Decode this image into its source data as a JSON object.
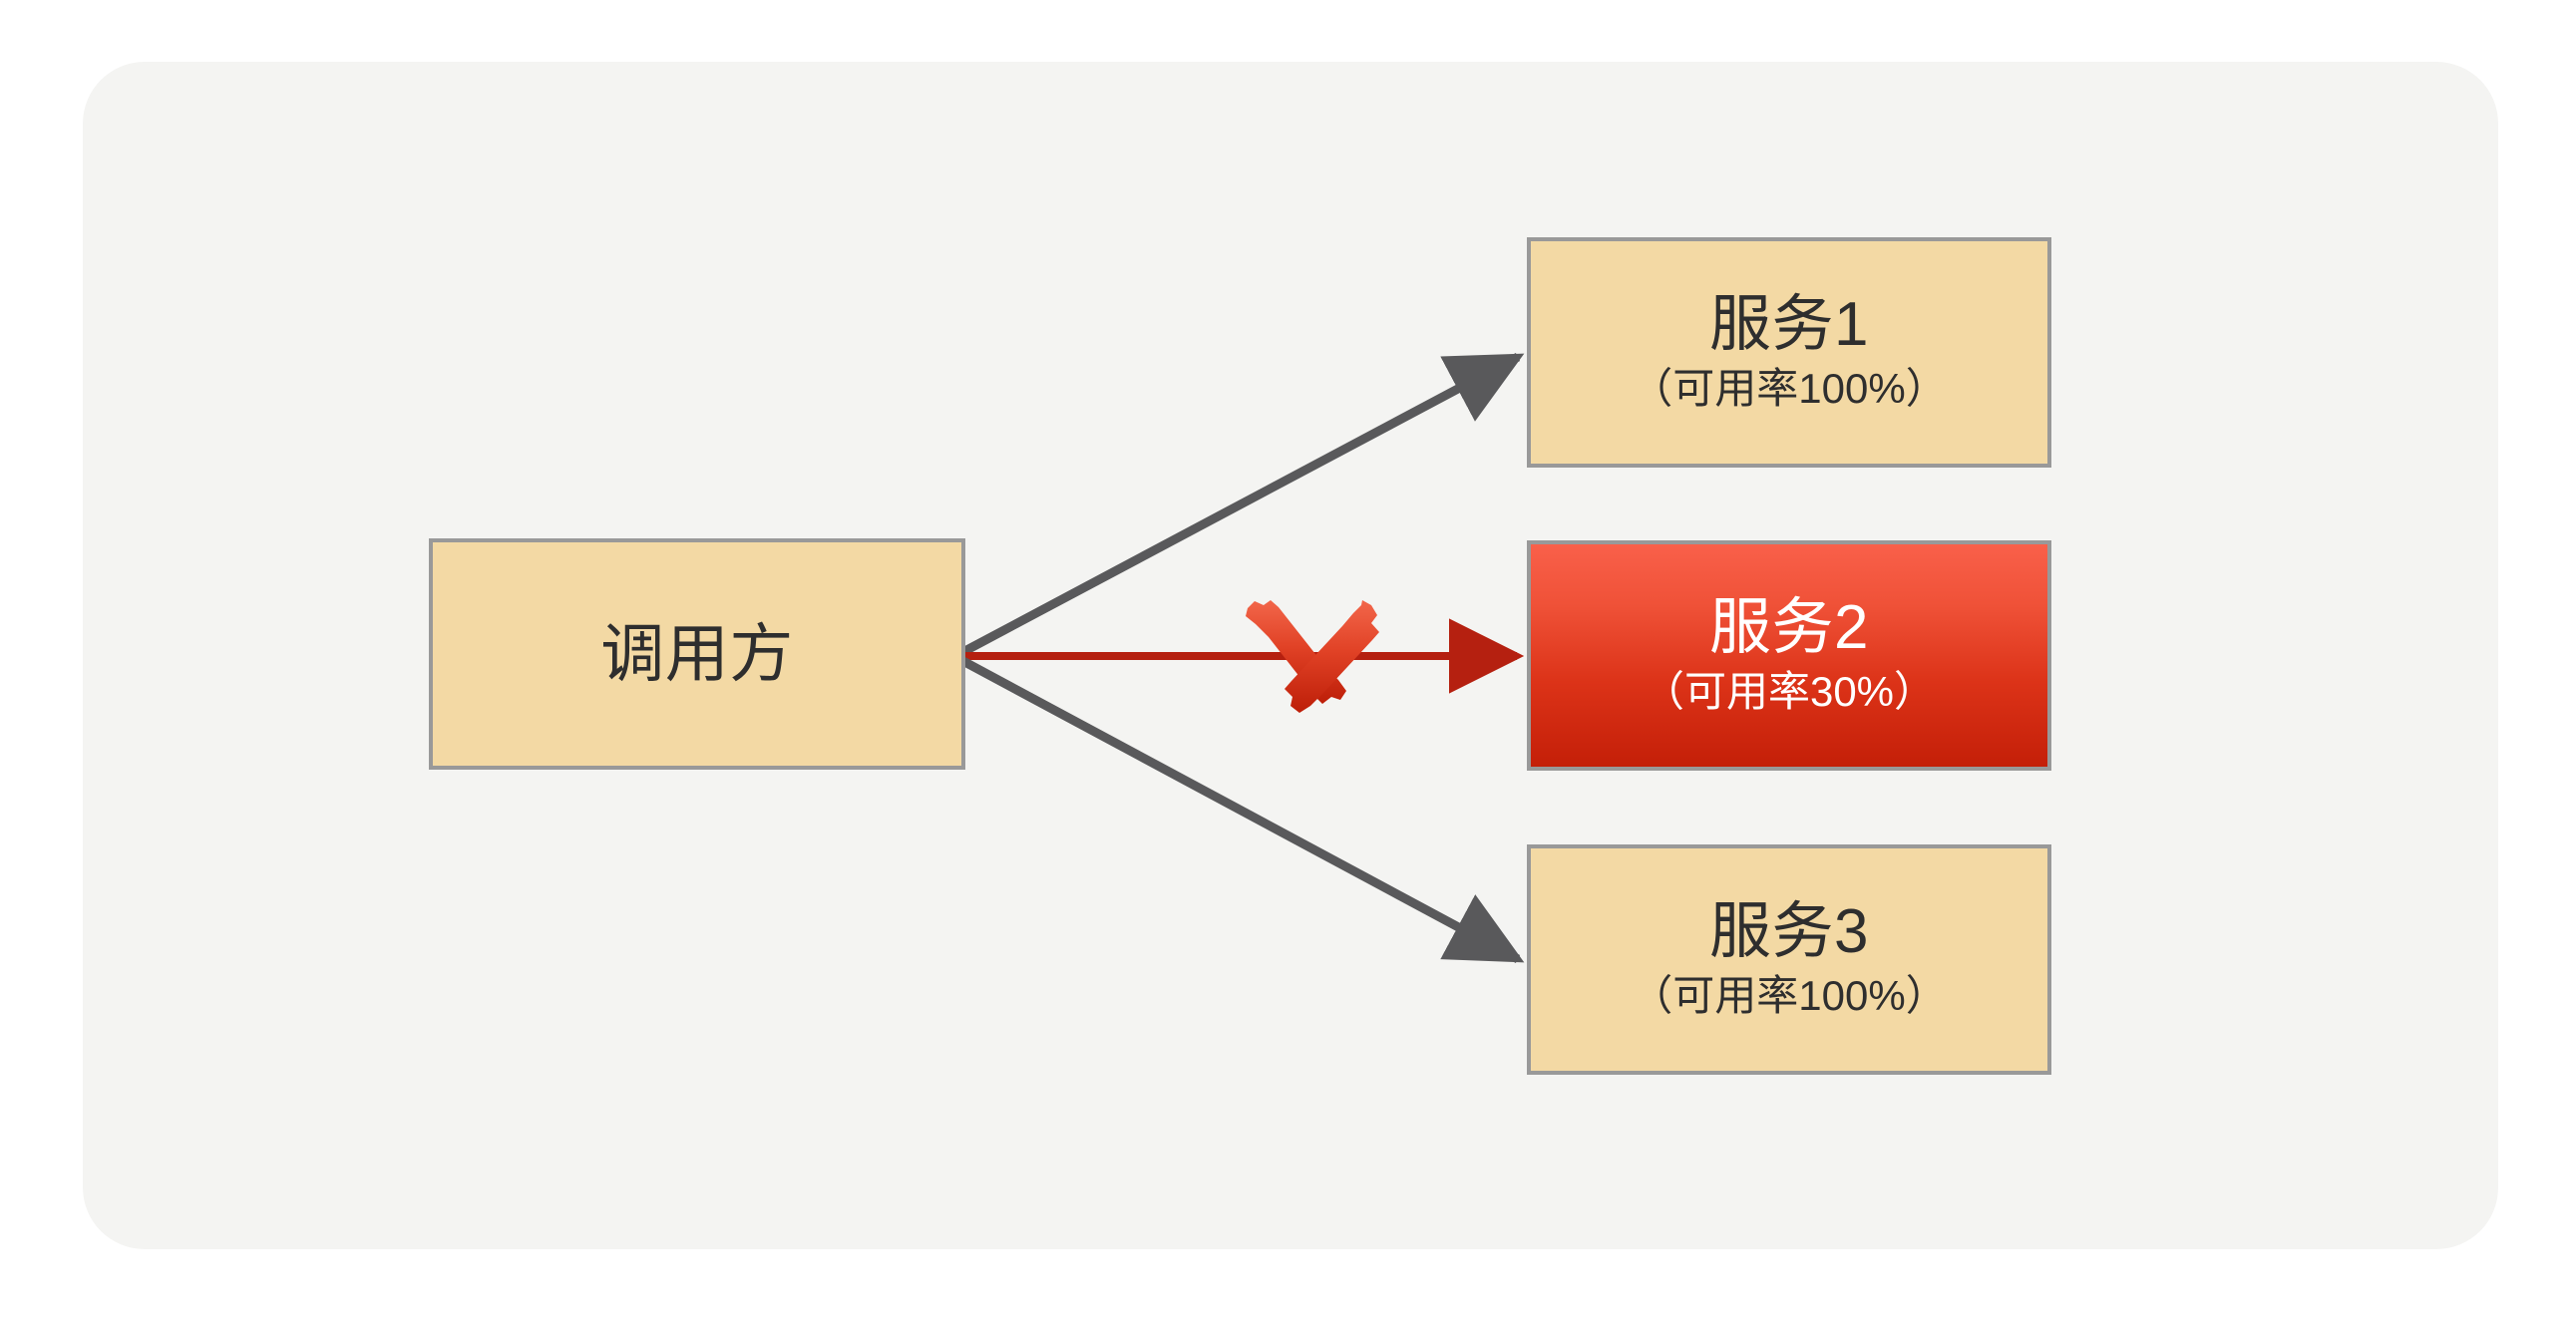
{
  "diagram": {
    "title": "service-availability-fallback-diagram",
    "panel_background": "#f4f4f2",
    "page_background": "#ffffff"
  },
  "nodes": {
    "caller": {
      "name": "caller",
      "label": "调用方",
      "sublabel": "",
      "fill": "#f3d9a4",
      "border": "#999999",
      "text_color": "#2e2e2e"
    },
    "service1": {
      "name": "service-1",
      "label": "服务1",
      "sublabel": "（可用率100%）",
      "availability": "100%",
      "fill": "#f3d9a4",
      "border": "#999999",
      "text_color": "#2e2e2e",
      "status": "healthy"
    },
    "service2": {
      "name": "service-2",
      "label": "服务2",
      "sublabel": "（可用率30%）",
      "availability": "30%",
      "fill_top": "#f9604a",
      "fill_bottom": "#c41f08",
      "border": "#999999",
      "text_color": "#ffffff",
      "status": "degraded"
    },
    "service3": {
      "name": "service-3",
      "label": "服务3",
      "sublabel": "（可用率100%）",
      "availability": "100%",
      "fill": "#f3d9a4",
      "border": "#999999",
      "text_color": "#2e2e2e",
      "status": "healthy"
    }
  },
  "connectors": {
    "to_service1": {
      "name": "arrow-caller-to-service1",
      "color": "#59595b",
      "state": "ok"
    },
    "to_service2": {
      "name": "arrow-caller-to-service2",
      "color": "#b52010",
      "state": "blocked"
    },
    "to_service3": {
      "name": "arrow-caller-to-service3",
      "color": "#59595b",
      "state": "ok"
    }
  },
  "markers": {
    "x_mark": {
      "name": "red-x-mark",
      "meaning": "call blocked / circuit broken",
      "color_top": "#f05a3e",
      "color_bottom": "#c0200a"
    }
  }
}
